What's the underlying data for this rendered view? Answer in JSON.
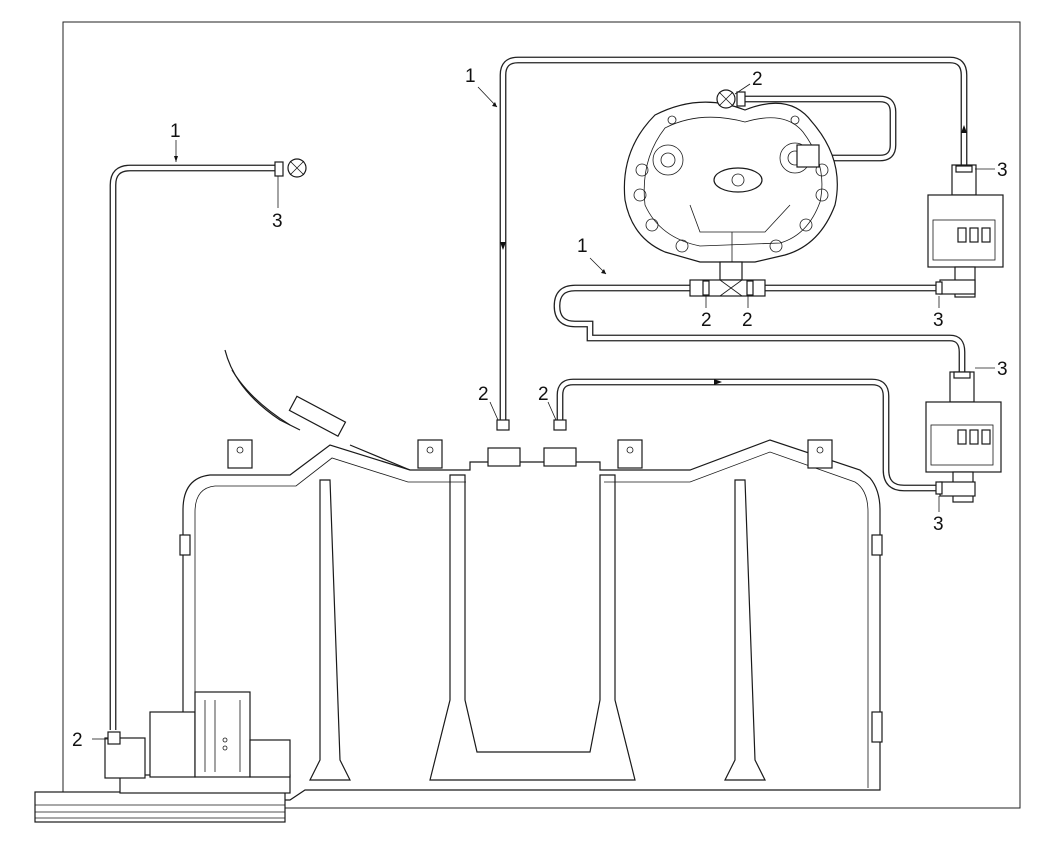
{
  "callouts": [
    {
      "id": "pipe-1-left",
      "text": "1"
    },
    {
      "id": "pipe-1-top",
      "text": "1"
    },
    {
      "id": "pipe-1-middle",
      "text": "1"
    },
    {
      "id": "clamp-2-boiler",
      "text": "2"
    },
    {
      "id": "clamp-2-tank-left",
      "text": "2"
    },
    {
      "id": "clamp-2-tank-right",
      "text": "2"
    },
    {
      "id": "clamp-2-tee-left",
      "text": "2"
    },
    {
      "id": "clamp-2-tee-right",
      "text": "2"
    },
    {
      "id": "clamp-2-bottom-left",
      "text": "2"
    },
    {
      "id": "fitting-3-left-top",
      "text": "3"
    },
    {
      "id": "fitting-3-pump-top-upper",
      "text": "3"
    },
    {
      "id": "fitting-3-pump-top-lower",
      "text": "3"
    },
    {
      "id": "fitting-3-pump-bottom-upper",
      "text": "3"
    },
    {
      "id": "fitting-3-pump-bottom-lower",
      "text": "3"
    }
  ]
}
